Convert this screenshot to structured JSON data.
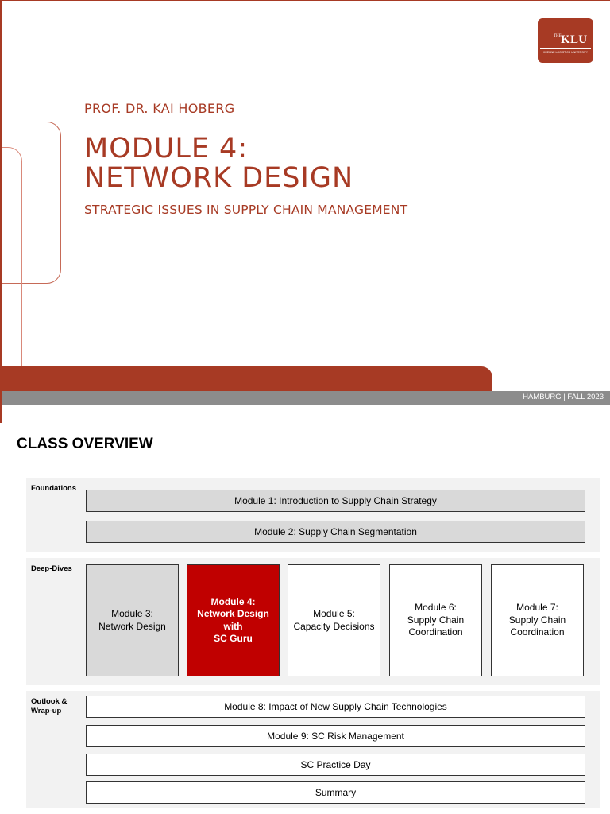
{
  "title_slide": {
    "author": "PROF. DR. KAI HOBERG",
    "title_line1": "MODULE 4:",
    "title_line2": "NETWORK DESIGN",
    "subtitle": "STRATEGIC ISSUES IN SUPPLY CHAIN MANAGEMENT",
    "footer": "HAMBURG | FALL 2023",
    "logo": {
      "prefix": "THE",
      "name": "KLU",
      "tagline": "KUEHNE LOGISTICS UNIVERSITY"
    },
    "colors": {
      "brand": "#a73a24",
      "band_gray": "#8c8c8c"
    }
  },
  "overview_slide": {
    "heading": "CLASS OVERVIEW",
    "foundations": {
      "label": "Foundations",
      "items": [
        "Module 1: Introduction to Supply Chain Strategy",
        "Module 2: Supply Chain Segmentation"
      ]
    },
    "deep_dives": {
      "label": "Deep-Dives",
      "items": [
        "Module 3:\nNetwork Design",
        "Module 4:\nNetwork Design\nwith\nSC Guru",
        "Module 5:\nCapacity Decisions",
        "Module 6:\nSupply Chain\nCoordination",
        "Module 7:\nSupply Chain\nCoordination"
      ],
      "active_index": 1
    },
    "outlook": {
      "label": "Outlook &\nWrap-up",
      "items": [
        "Module 8: Impact of New Supply Chain Technologies",
        "Module 9: SC Risk Management",
        "SC Practice Day",
        "Summary"
      ]
    },
    "colors": {
      "active": "#c00000",
      "completed": "#d9d9d9",
      "section_bg": "#f2f2f2"
    }
  }
}
